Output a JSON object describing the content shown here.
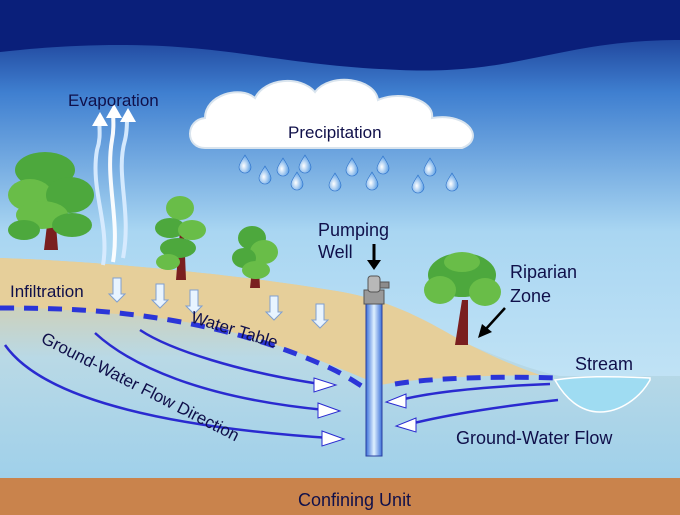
{
  "labels": {
    "evaporation": "Evaporation",
    "precipitation": "Precipitation",
    "pumping_well_line1": "Pumping",
    "pumping_well_line2": "Well",
    "riparian_line1": "Riparian",
    "riparian_line2": "Zone",
    "infiltration": "Infiltration",
    "water_table": "Water Table",
    "stream": "Stream",
    "gw_flow_direction": "Ground-Water Flow Direction",
    "gw_flow": "Ground-Water Flow",
    "confining_unit": "Confining Unit"
  },
  "colors": {
    "sky_top": "#0a1f7a",
    "sky_bottom": "#bfe4f5",
    "land": "#e6cf9a",
    "confining": "#c9834c",
    "arrow_blue": "#2a2ad0",
    "water_table": "#2b35d8",
    "stream": "#9fdcf2"
  }
}
